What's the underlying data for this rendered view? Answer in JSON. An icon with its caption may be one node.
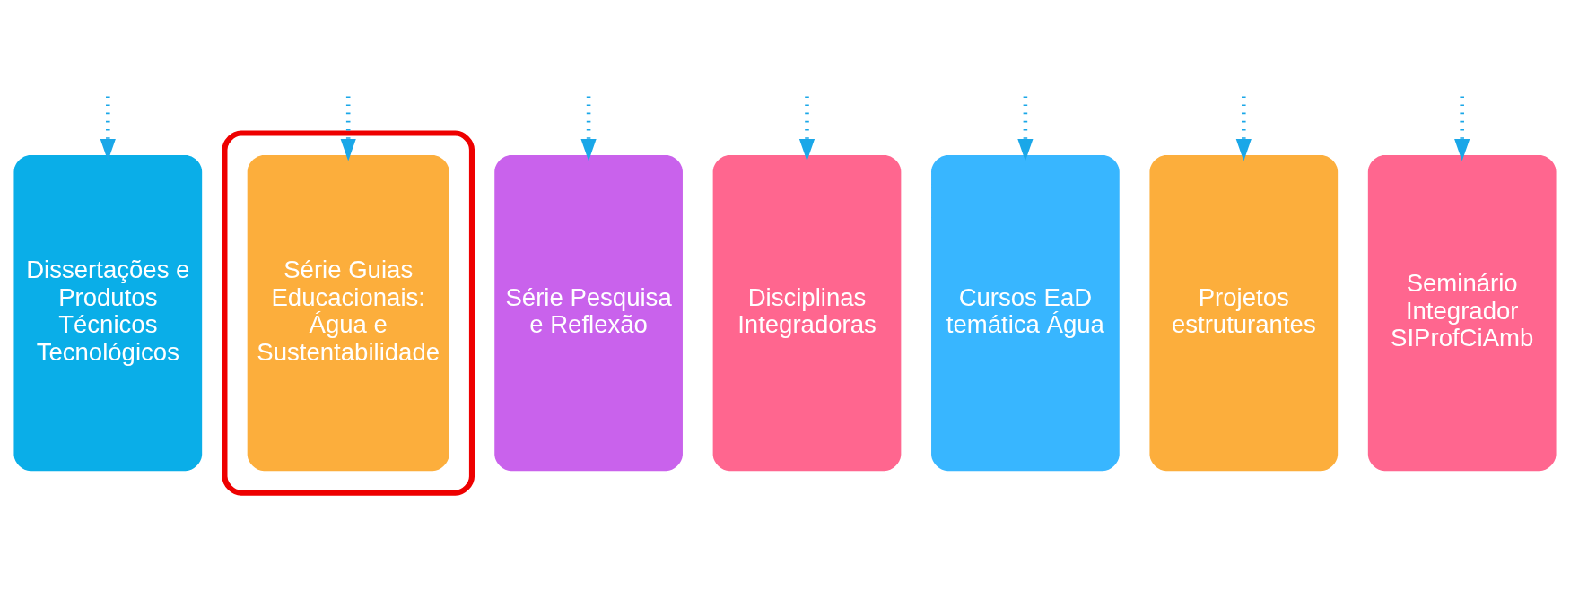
{
  "diagram": {
    "nodes": [
      {
        "text": [
          "Dissertações e Produtos Técnicos Tecnológicos"
        ]
      },
      {
        "text": [],
        "shape": "ellipse"
      },
      {
        "text": [
          "Série Guias Educacionais: Água e Sustentabilidade"
        ],
        "in": 1
      },
      {
        "text": [
          "Série Pesquisa e Reflexão"
        ]
      },
      {
        "text": [
          "Disciplinas Integradoras"
        ]
      },
      {
        "text": [
          "Cursos EaD temática Água"
        ]
      },
      {
        "text": [
          "Projetos estruturantes"
        ]
      },
      {
        "text": [
          "Seminário Integrador SIProfCiAmb"
        ]
      }
    ],
    "edges": [
      {
        "from": null,
        "to": 0,
        "arrow": "to",
        "style": "dashed"
      },
      {
        "from": null,
        "to": 2,
        "arrow": "to",
        "style": "dashed"
      },
      {
        "from": null,
        "to": 3,
        "arrow": "to",
        "style": "dashed"
      },
      {
        "from": null,
        "to": 4,
        "arrow": "to",
        "style": "dashed"
      },
      {
        "from": null,
        "to": 5,
        "arrow": "to",
        "style": "dashed"
      },
      {
        "from": null,
        "to": 6,
        "arrow": "to",
        "style": "dashed"
      },
      {
        "from": null,
        "to": 7,
        "arrow": "to",
        "style": "dashed"
      }
    ]
  }
}
